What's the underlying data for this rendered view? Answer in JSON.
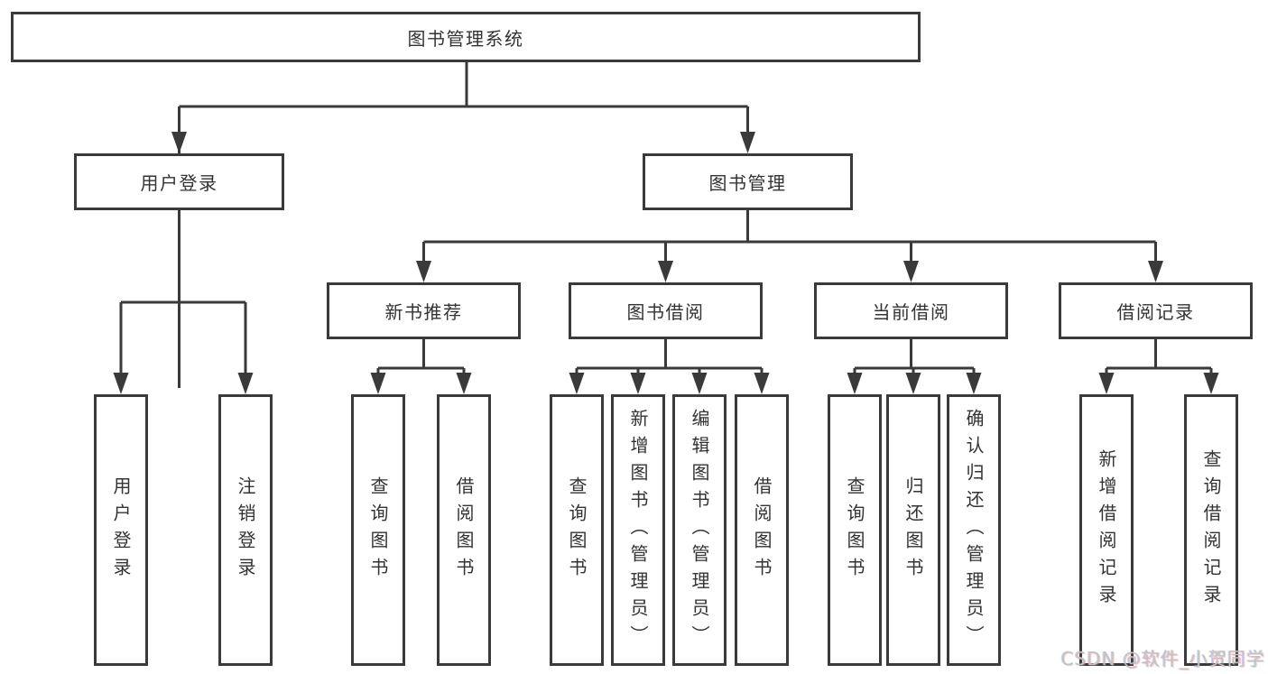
{
  "diagram": {
    "root": "图书管理系统",
    "level2": {
      "user_login": "用户登录",
      "book_mgmt": "图书管理"
    },
    "level3": {
      "new_book": "新书推荐",
      "book_borrow": "图书借阅",
      "current_borrow": "当前借阅",
      "borrow_record": "借阅记录"
    },
    "leaves": {
      "user_login": "用户登录",
      "logout": "注销登录",
      "nb_query": "查询图书",
      "nb_borrow": "借阅图书",
      "bb_query": "查询图书",
      "bb_add": "新增图书（管理员）",
      "bb_edit": "编辑图书（管理员）",
      "bb_borrow": "借阅图书",
      "cb_query": "查询图书",
      "cb_return": "归还图书",
      "cb_confirm": "确认归还（管理员）",
      "br_add": "新增借阅记录",
      "br_query": "查询借阅记录"
    },
    "watermark": "CSDN @软件_小贺同学",
    "colors": {
      "line": "#3a3a3a",
      "text": "#333333",
      "watermark": "#c3c3c3"
    }
  }
}
